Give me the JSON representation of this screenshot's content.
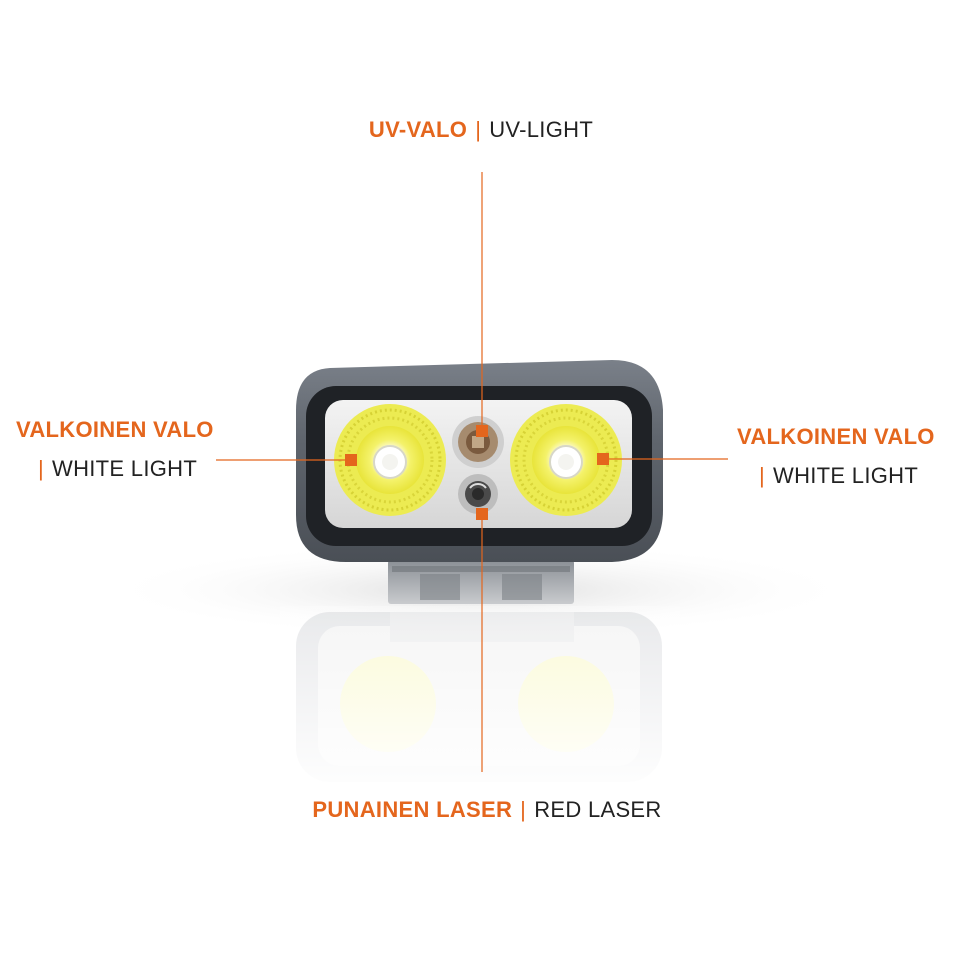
{
  "labels": {
    "uv": {
      "fi": "UV-VALO",
      "separator": "|",
      "en": "UV-LIGHT"
    },
    "white_left": {
      "fi": "VALKOINEN VALO",
      "separator": "|",
      "en": "WHITE LIGHT"
    },
    "white_right": {
      "fi": "VALKOINEN VALO",
      "separator": "|",
      "en": "WHITE LIGHT"
    },
    "laser": {
      "fi": "PUNAINEN LASER",
      "separator": "|",
      "en": "RED LASER"
    }
  },
  "colors": {
    "accent": "#e4661d",
    "text": "#222222",
    "housing": "#5d636b",
    "lens": "#f1f045"
  }
}
